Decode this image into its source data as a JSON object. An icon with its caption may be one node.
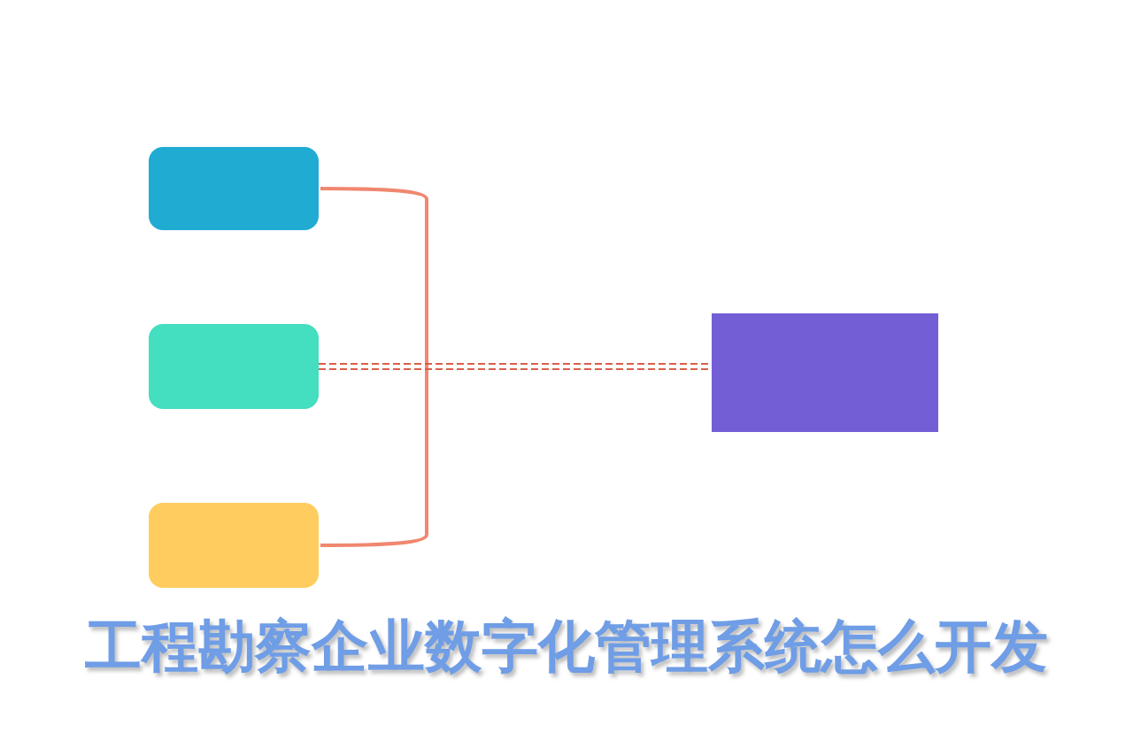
{
  "diagram": {
    "title": "工程勘察企业数字化管理系统怎么开发",
    "nodes": [
      {
        "text": [],
        "shape": "box"
      },
      {
        "text": [],
        "shape": "box"
      },
      {
        "text": [],
        "shape": "box"
      },
      {
        "text": [],
        "shape": "box"
      }
    ],
    "edges": [
      {
        "from": 0,
        "to": 2,
        "arrow": "none",
        "color": "#f0876f"
      },
      {
        "from": 1,
        "to": 3,
        "arrow": "none",
        "style": "dashed",
        "color": "#d9604a"
      }
    ]
  }
}
